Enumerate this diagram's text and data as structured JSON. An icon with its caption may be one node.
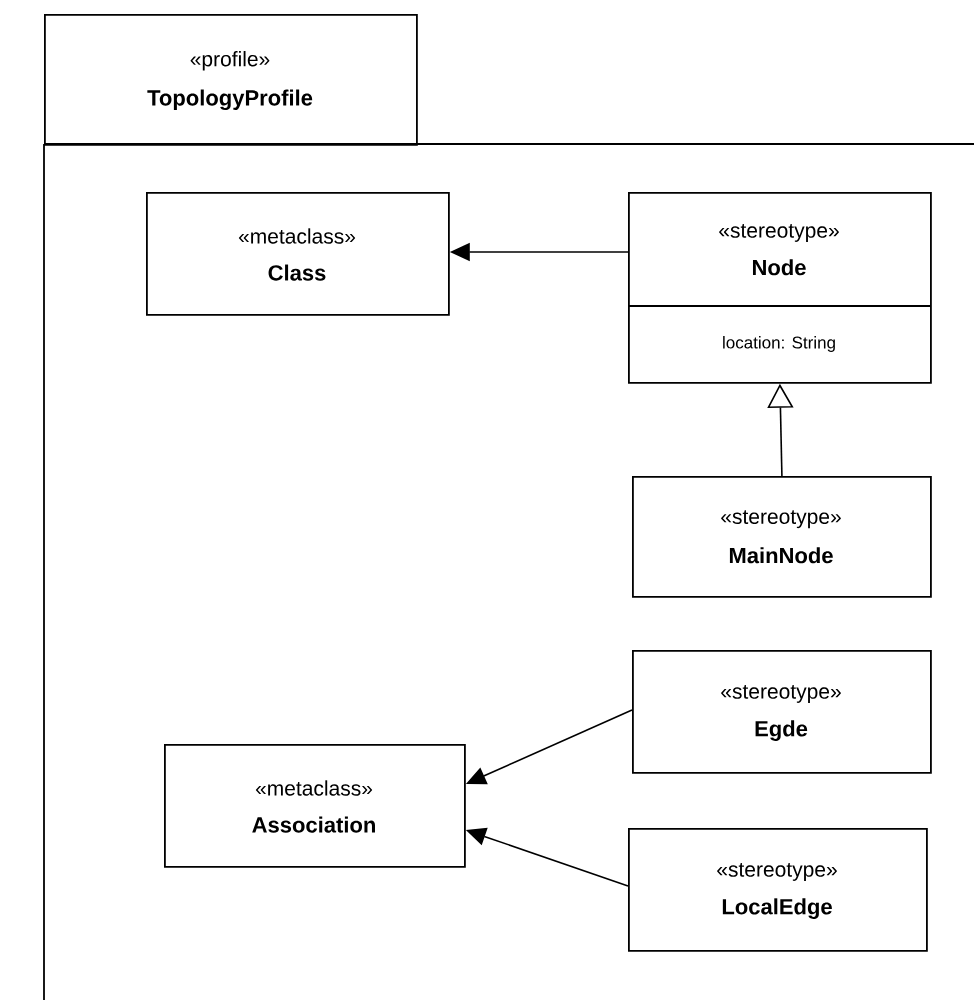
{
  "diagram": {
    "nodes": [
      {
        "text": [
          "«profile»",
          "TopologyProfile"
        ]
      },
      {
        "text": [
          "«metaclass»",
          "Class"
        ],
        "in": 0
      },
      {
        "text": [
          "«stereotype»",
          "Node",
          "location: String"
        ],
        "in": 0
      },
      {
        "text": [
          "«stereotype»",
          "MainNode"
        ],
        "in": 0
      },
      {
        "text": [
          "«stereotype»",
          "Egde"
        ],
        "in": 0
      },
      {
        "text": [
          "«metaclass»",
          "Association"
        ],
        "in": 0
      },
      {
        "text": [
          "«stereotype»",
          "LocalEdge"
        ],
        "in": 0
      }
    ],
    "edges": [
      {
        "from": 2,
        "to": 1,
        "arrow": "to"
      },
      {
        "from": 3,
        "to": 2,
        "arrow": "to"
      },
      {
        "from": 4,
        "to": 5,
        "arrow": "to"
      },
      {
        "from": 6,
        "to": 5,
        "arrow": "to"
      }
    ]
  }
}
